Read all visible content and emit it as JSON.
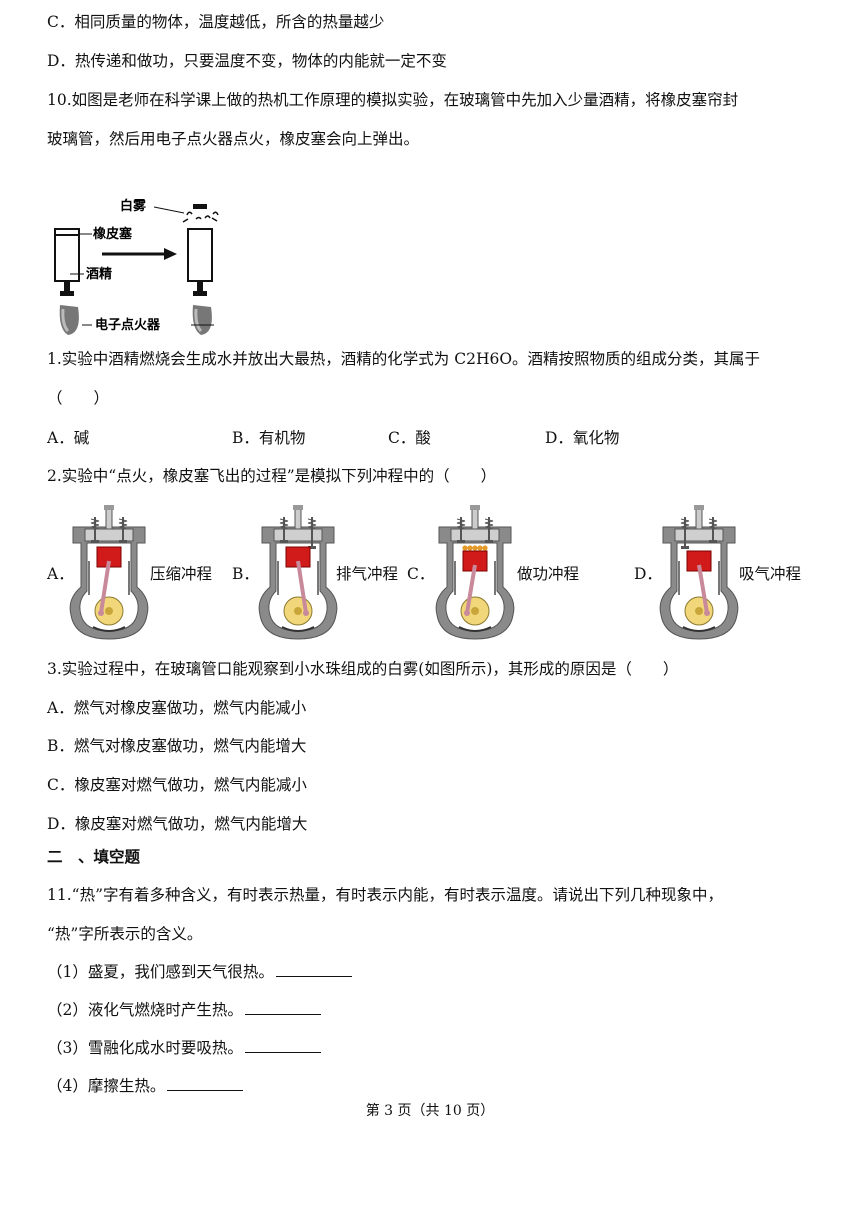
{
  "prev_options": {
    "C": "C．相同质量的物体，温度越低，所含的热量越少",
    "D": "D．热传递和做功，只要温度不变，物体的内能就一定不变"
  },
  "q10": {
    "stem_line1": "10.如图是老师在科学课上做的热机工作原理的模拟实验，在玻璃管中先加入少量酒精，将橡皮塞帘封",
    "stem_line2": "玻璃管，然后用电子点火器点火，橡皮塞会向上弹出。",
    "figure_labels": {
      "fog": "白雾",
      "stopper": "橡皮塞",
      "alcohol": "酒精",
      "igniter": "电子点火器"
    }
  },
  "sub1": {
    "stem_line1": "1.实验中酒精燃烧会生成水并放出大最热，酒精的化学式为 C2H6O。酒精按照物质的组成分类，其属于",
    "stem_line2": "（　　）",
    "options": [
      "A．碱",
      "B．有机物",
      "C．酸",
      "D．氧化物"
    ]
  },
  "sub2": {
    "stem": "2.实验中“点火，橡皮塞飞出的过程”是模拟下列冲程中的（　　）",
    "options": [
      {
        "letter": "A．",
        "label": "压缩冲程"
      },
      {
        "letter": "B．",
        "label": "排气冲程"
      },
      {
        "letter": "C．",
        "label": "做功冲程"
      },
      {
        "letter": "D．",
        "label": "吸气冲程"
      }
    ],
    "colors": {
      "piston": "#d11a1a",
      "spark": "#e39a2a",
      "wall": "#8a8a8a",
      "cavity": "#cfcfcf"
    }
  },
  "sub3": {
    "stem": "3.实验过程中，在玻璃管口能观察到小水珠组成的白雾(如图所示)，其形成的原因是（　　）",
    "options": [
      "A．燃气对橡皮塞做功，燃气内能减小",
      "B．燃气对橡皮塞做功，燃气内能增大",
      "C．橡皮塞对燃气做功，燃气内能减小",
      "D．橡皮塞对燃气做功，燃气内能增大"
    ]
  },
  "section2": {
    "title": "二　、填空题"
  },
  "q11": {
    "stem_line1": "11.“热”字有着多种含义，有时表示热量，有时表示内能，有时表示温度。请说出下列几种现象中，",
    "stem_line2": "“热”字所表示的含义。",
    "items": [
      "（1）盛夏，我们感到天气很热。",
      "（2）液化气燃烧时产生热。",
      "（3）雪融化成水时要吸热。",
      "（4）摩擦生热。"
    ]
  },
  "footer": "第 3 页（共 10 页）"
}
